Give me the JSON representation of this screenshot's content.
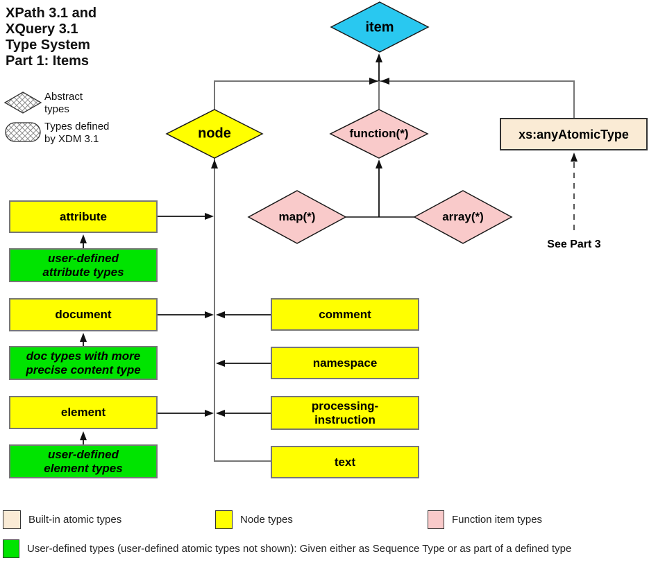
{
  "title": "XPath 3.1 and\nXQuery 3.1\nType System\nPart 1: Items",
  "legend_top": {
    "abstract_label": "Abstract\ntypes",
    "xdm_label": "Types defined\nby XDM 3.1"
  },
  "nodes": {
    "item": "item",
    "node": "node",
    "function": "function(*)",
    "map": "map(*)",
    "array": "array(*)",
    "any_atomic": "xs:anyAtomicType",
    "attribute": "attribute",
    "document": "document",
    "element": "element",
    "comment": "comment",
    "namespace": "namespace",
    "processing_instruction": "processing-\ninstruction",
    "text": "text",
    "user_defined_attribute": "user-defined\nattribute types",
    "doc_types": "doc types with more\nprecise content type",
    "user_defined_element": "user-defined\nelement types"
  },
  "annotations": {
    "see_part_3": "See Part 3"
  },
  "legend_bottom": {
    "builtin": "Built-in atomic types",
    "node_types": "Node types",
    "function_item": "Function item types",
    "user_defined": "User-defined types (user-defined atomic types not shown):  Given either as Sequence Type or as part of a defined type"
  },
  "colors": {
    "item_cyan": "#29c8f0",
    "node_yellow": "#ffff00",
    "function_pink": "#f9caca",
    "atomic_tan": "#faebd5",
    "user_green": "#00e400",
    "wire_gray": "#757575",
    "arrow_black": "#111111"
  }
}
